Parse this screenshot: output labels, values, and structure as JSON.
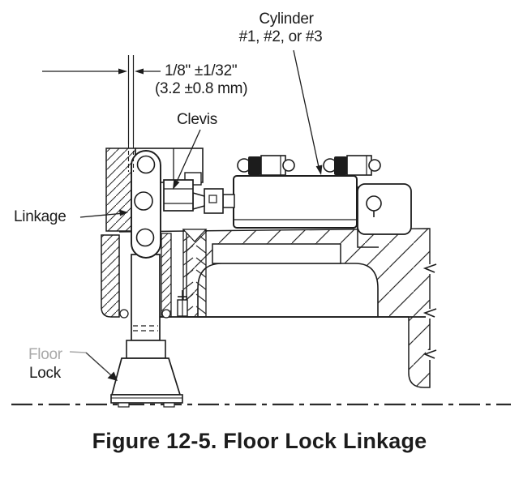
{
  "figure": {
    "caption": "Figure 12-5. Floor Lock Linkage",
    "labels": {
      "cylinder": {
        "line1": "Cylinder",
        "line2": "#1, #2, or  #3"
      },
      "dimension": {
        "line1": "1/8\" ±1/32\"",
        "line2": "(3.2  ±0.8 mm)"
      },
      "clevis": "Clevis",
      "linkage": "Linkage",
      "floor_lock": {
        "line1": "Floor",
        "line2": "Lock"
      }
    },
    "colors": {
      "ink": "#1c1c1c",
      "muted_label": "#a9a9a9",
      "paper": "#ffffff"
    }
  }
}
